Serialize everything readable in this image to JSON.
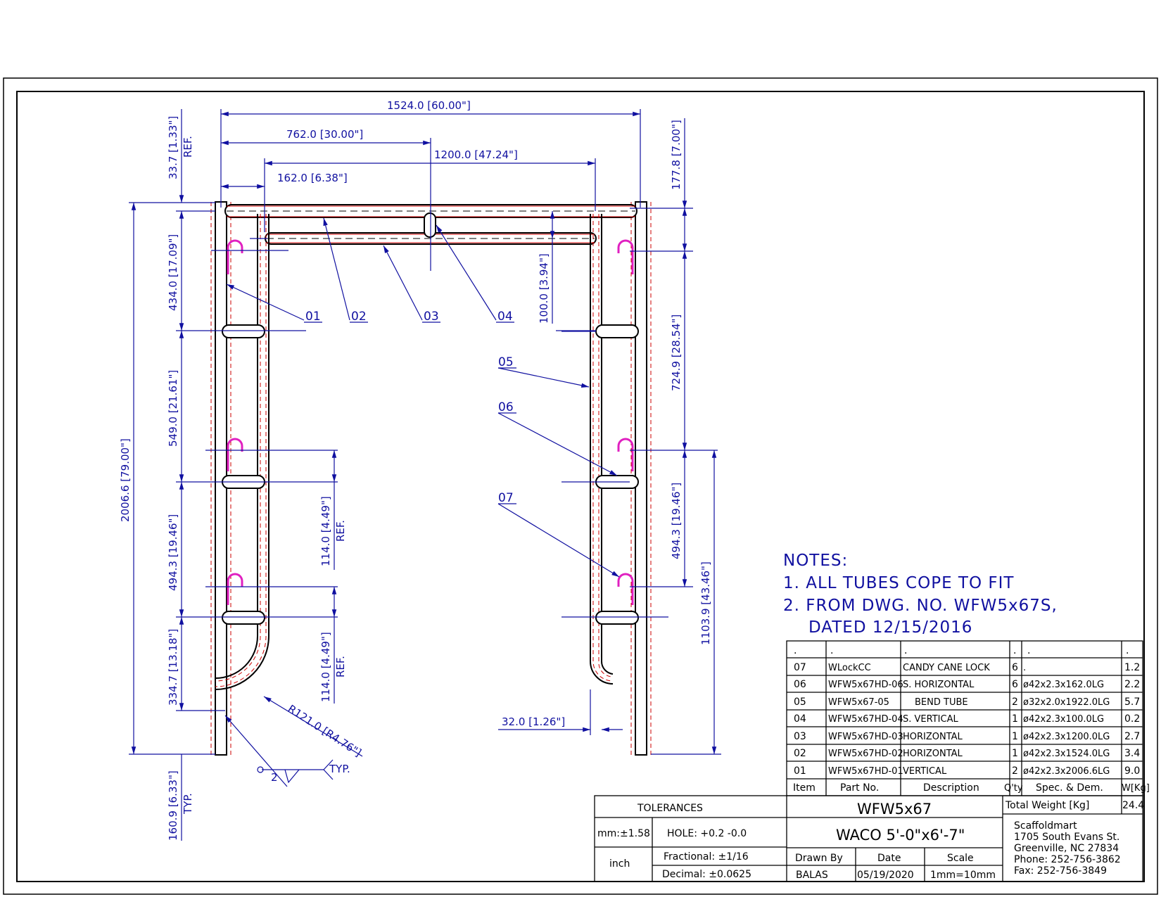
{
  "dimensions": {
    "overall_width": "1524.0 [60.00\"]",
    "half_width": "762.0 [30.00\"]",
    "inner_width": "1200.0 [47.24\"]",
    "offset": "162.0 [6.38\"]",
    "top_ref": "33.7 [1.33\"]",
    "top_ref_note": "REF.",
    "right_top": "177.8 [7.00\"]",
    "vertical_100": "100.0 [3.94\"]",
    "overall_height": "2006.6 [79.00\"]",
    "seg_434": "434.0 [17.09\"]",
    "seg_549": "549.0 [21.61\"]",
    "seg_494_left": "494.3 [19.46\"]",
    "seg_334": "334.7 [13.18\"]",
    "bottom_typ": "160.9 [6.33\"]",
    "bottom_typ_note": "TYP.",
    "ref_114_a": "114.0 [4.49\"]",
    "ref_114_b": "114.0 [4.49\"]",
    "ref_note": "REF.",
    "right_724": "724.9 [28.54\"]",
    "right_494": "494.3 [19.46\"]",
    "right_1103": "1103.9 [43.46\"]",
    "offset_32": "32.0 [1.26\"]",
    "radius": "R121.0 [R4.76\"]",
    "weld_num": "2",
    "weld_typ": "TYP."
  },
  "callouts": [
    "01",
    "02",
    "03",
    "04",
    "05",
    "06",
    "07"
  ],
  "notes": {
    "title": "NOTES:",
    "line1": "1.  ALL  TUBES  COPE  TO  FIT",
    "line2": "2.  FROM  DWG.  NO.  WFW5x67S,",
    "line3": "DATED  12/15/2016"
  },
  "bom": {
    "header_dots": [
      ".",
      ".",
      ".",
      ".",
      ".",
      "."
    ],
    "rows": [
      {
        "item": "07",
        "part": "WLockCC",
        "desc": "CANDY  CANE  LOCK",
        "qty": "6",
        "spec": ".",
        "wt": "1.2"
      },
      {
        "item": "06",
        "part": "WFW5x67HD-06",
        "desc": "S.  HORIZONTAL",
        "qty": "6",
        "spec": "ø42x2.3x162.0LG",
        "wt": "2.2"
      },
      {
        "item": "05",
        "part": "WFW5x67-05",
        "desc": "BEND  TUBE",
        "qty": "2",
        "spec": "ø32x2.0x1922.0LG",
        "wt": "5.7"
      },
      {
        "item": "04",
        "part": "WFW5x67HD-04",
        "desc": "S.  VERTICAL",
        "qty": "1",
        "spec": "ø42x2.3x100.0LG",
        "wt": "0.2"
      },
      {
        "item": "03",
        "part": "WFW5x67HD-03",
        "desc": "HORIZONTAL",
        "qty": "1",
        "spec": "ø42x2.3x1200.0LG",
        "wt": "2.7"
      },
      {
        "item": "02",
        "part": "WFW5x67HD-02",
        "desc": "HORIZONTAL",
        "qty": "1",
        "spec": "ø42x2.3x1524.0LG",
        "wt": "3.4"
      },
      {
        "item": "01",
        "part": "WFW5x67HD-01",
        "desc": "VERTICAL",
        "qty": "2",
        "spec": "ø42x2.3x2006.6LG",
        "wt": "9.0"
      }
    ],
    "headers": {
      "item": "Item",
      "part": "Part No.",
      "desc": "Description",
      "qty": "Q'ty",
      "spec": "Spec. & Dem.",
      "wt": "W[Kg]"
    }
  },
  "title_block": {
    "tolerances": "TOLERANCES",
    "mm": "mm:±1.58",
    "hole": "HOLE:  +0.2    -0.0",
    "inch": "inch",
    "fractional": "Fractional:  ±1/16",
    "decimal": "Decimal:  ±0.0625",
    "part": "WFW5x67",
    "name": "WACO  5'-0\"x6'-7\"",
    "drawn_by_label": "Drawn  By",
    "date_label": "Date",
    "scale_label": "Scale",
    "drawn_by": "BALAS",
    "date": "05/19/2020",
    "scale": "1mm=10mm",
    "total_weight_label": "Total  Weight  [Kg]",
    "total_weight": "24.4",
    "company": "Scaffoldmart",
    "address1": "1705  South  Evans  St.",
    "address2": "Greenville,  NC  27834",
    "phone": "Phone:  252-756-3862",
    "fax": "Fax:      252-756-3849"
  }
}
